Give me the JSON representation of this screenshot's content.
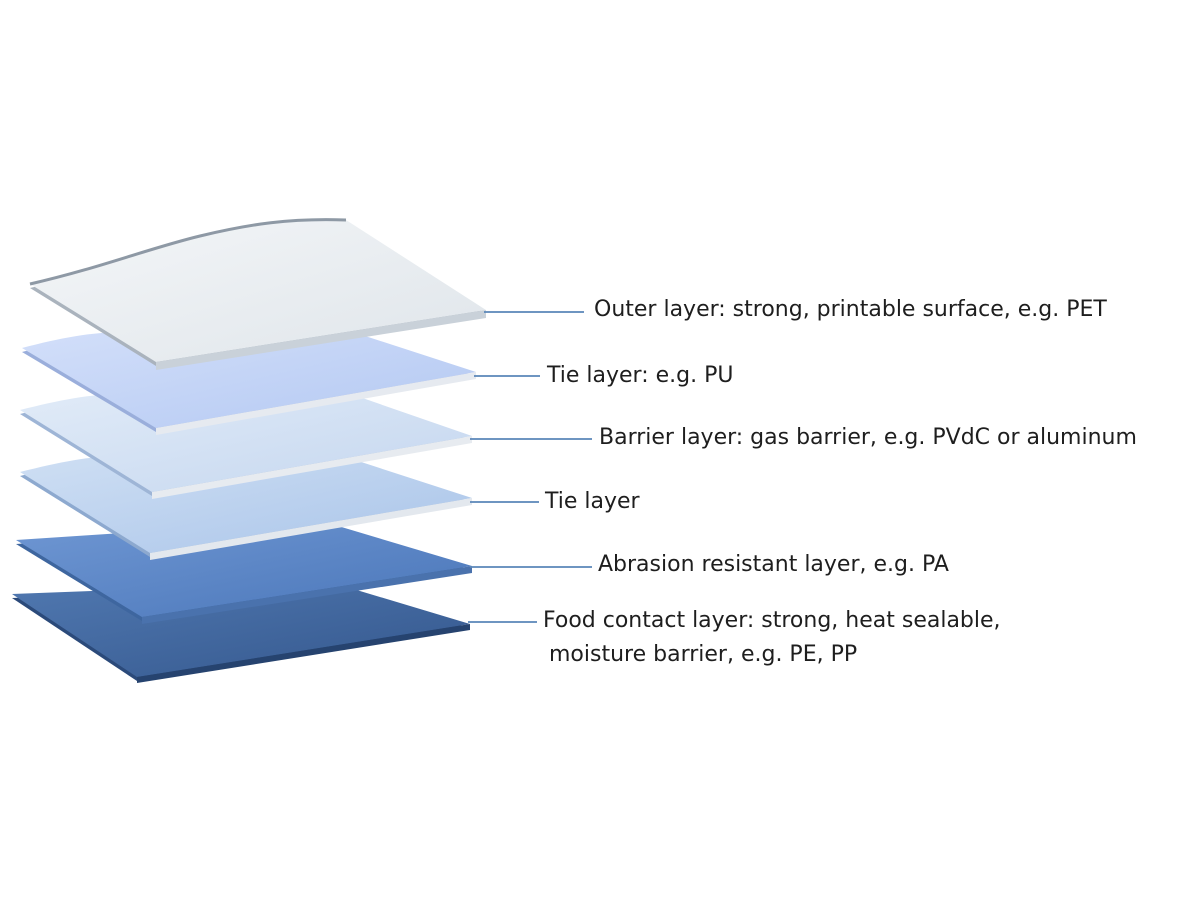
{
  "diagram": {
    "layers": [
      {
        "id": "outer",
        "label": "Outer layer: strong, printable surface, e.g. PET",
        "color": "#e6ebef"
      },
      {
        "id": "tie1",
        "label": "Tie layer: e.g. PU",
        "color": "#c4d4f4"
      },
      {
        "id": "barrier",
        "label": "Barrier layer: gas barrier, e.g. PVdC or aluminum",
        "color": "#d2e0f4"
      },
      {
        "id": "tie2",
        "label": "Tie layer",
        "color": "#bcd2ee"
      },
      {
        "id": "abrasion",
        "label": "Abrasion resistant layer, e.g. PA",
        "color": "#5b86c6"
      },
      {
        "id": "food",
        "label_line1": "Food contact layer: strong, heat sealable,",
        "label_line2": "moisture barrier, e.g. PE, PP",
        "color": "#3f659e"
      }
    ],
    "leader_color": "#5a86b8"
  }
}
